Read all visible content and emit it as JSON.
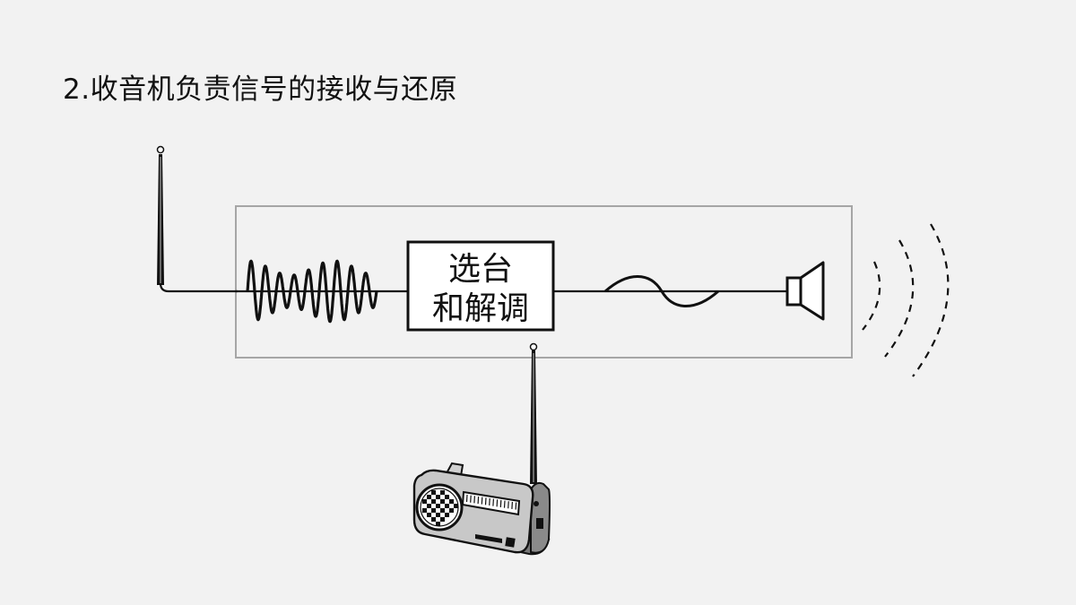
{
  "slide": {
    "title": "2.收音机负责信号的接收与还原"
  },
  "diagram": {
    "block": {
      "line1": "选台",
      "line2": "和解调"
    },
    "colors": {
      "background": "#f2f2f2",
      "frame": "#a6a6a6",
      "ink": "#111111",
      "radio_body": "#c8c8c8"
    },
    "icons": [
      "antenna-icon",
      "modulated-wave-icon",
      "audio-wave-icon",
      "speaker-icon",
      "sound-waves-icon",
      "radio-icon"
    ]
  }
}
